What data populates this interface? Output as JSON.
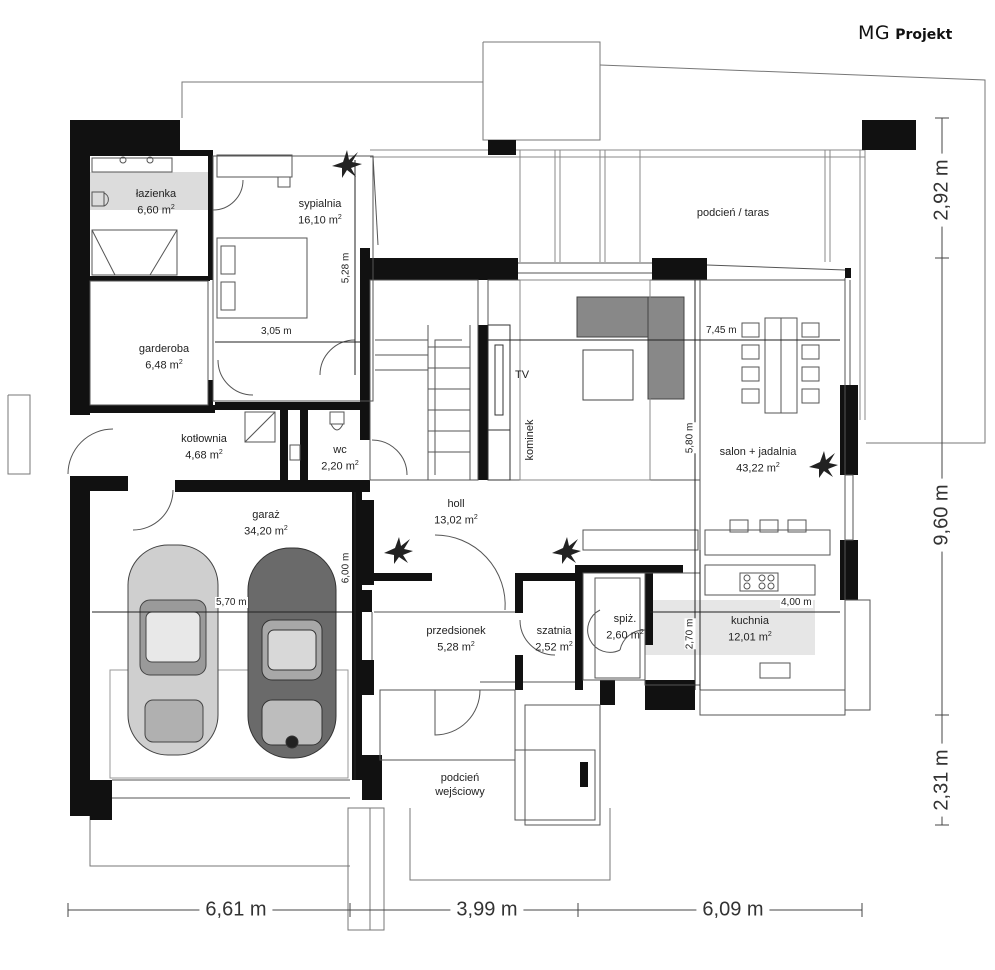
{
  "brand": {
    "mg": "MG",
    "projekt": "Projekt"
  },
  "rooms": [
    {
      "key": "lazienka",
      "name": "łazienka",
      "area": "6,60 m",
      "sup": "2"
    },
    {
      "key": "sypialnia",
      "name": "sypialnia",
      "area": "16,10 m",
      "sup": "2"
    },
    {
      "key": "garderoba",
      "name": "garderoba",
      "area": "6,48 m",
      "sup": "2"
    },
    {
      "key": "kotlownia",
      "name": "kotłownia",
      "area": "4,68 m",
      "sup": "2"
    },
    {
      "key": "wc",
      "name": "wc",
      "area": "2,20 m",
      "sup": "2"
    },
    {
      "key": "garaz",
      "name": "garaż",
      "area": "34,20 m",
      "sup": "2"
    },
    {
      "key": "holl",
      "name": "holl",
      "area": "13,02 m",
      "sup": "2"
    },
    {
      "key": "przedsionek",
      "name": "przedsionek",
      "area": "5,28 m",
      "sup": "2"
    },
    {
      "key": "szatnia",
      "name": "szatnia",
      "area": "2,52 m",
      "sup": "2"
    },
    {
      "key": "spiz",
      "name": "spiż.",
      "area": "2,60 m",
      "sup": "2"
    },
    {
      "key": "kuchnia",
      "name": "kuchnia",
      "area": "12,01 m",
      "sup": "2"
    },
    {
      "key": "salon",
      "name": "salon + jadalnia",
      "area": "43,22 m",
      "sup": "2"
    },
    {
      "key": "taras",
      "name": "podcień / taras",
      "area": "",
      "sup": ""
    },
    {
      "key": "podcien",
      "name": "podcień",
      "area": "wejściowy",
      "sup": ""
    }
  ],
  "labels": {
    "tv": "TV",
    "kominek": "kominek"
  },
  "inner_dims": {
    "sypialnia_width": "3,05 m",
    "sypialnia_depth": "5,28 m",
    "salon_width": "7,45 m",
    "salon_depth": "5,80 m",
    "garaz_width": "5,70 m",
    "garaz_depth": "6,00 m",
    "kuchnia_width": "4,00 m",
    "kuchnia_depth": "2,70 m"
  },
  "outer_dims": {
    "bottom": [
      "6,61 m",
      "3,99 m",
      "6,09 m"
    ],
    "right": [
      "2,92 m",
      "9,60 m",
      "2,31 m"
    ]
  },
  "colors": {
    "wall": "#111111",
    "line": "#555555",
    "bath_tile": "#dddddd",
    "furniture": "#888888",
    "kitchen_floor": "#e6e6e6"
  }
}
